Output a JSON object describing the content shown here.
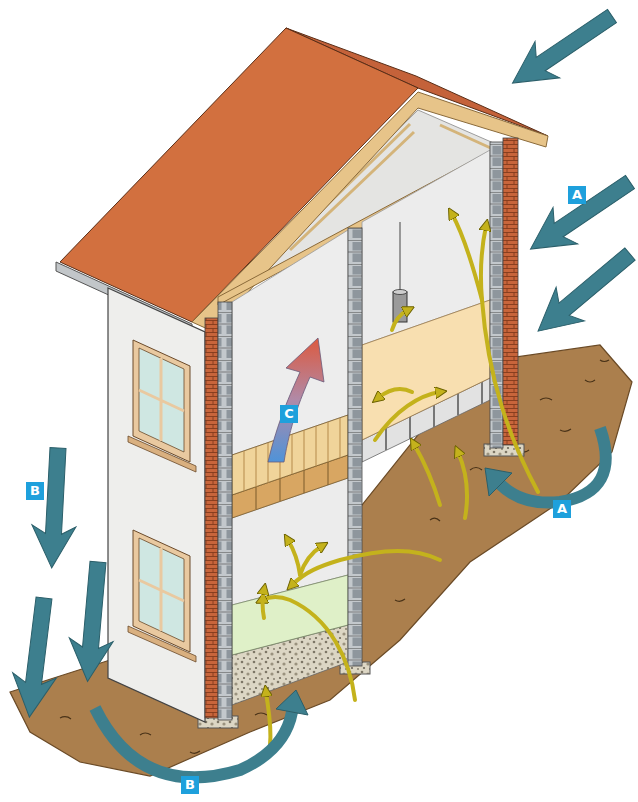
{
  "diagram": {
    "labels": [
      "A",
      "A",
      "B",
      "B",
      "C"
    ]
  }
}
